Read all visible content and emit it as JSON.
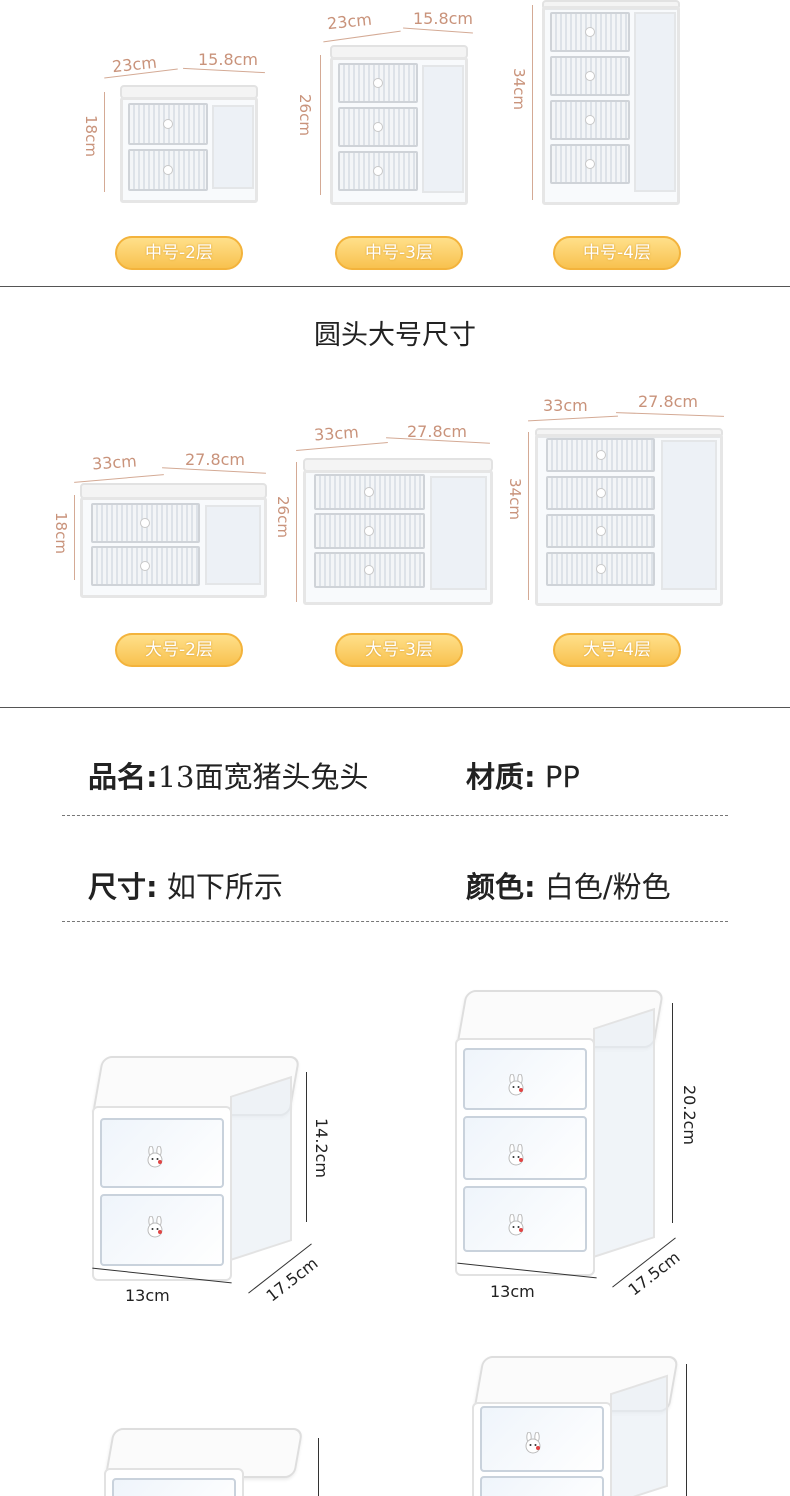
{
  "medium_row": {
    "items": [
      {
        "depth": "23cm",
        "width": "15.8cm",
        "height": "18cm",
        "label": "中号-2层"
      },
      {
        "depth": "23cm",
        "width": "15.8cm",
        "height": "26cm",
        "label": "中号-3层"
      },
      {
        "height": "34cm",
        "label": "中号-4层"
      }
    ]
  },
  "large_section": {
    "title": "圆头大号尺寸",
    "items": [
      {
        "depth": "33cm",
        "width": "27.8cm",
        "height": "18cm",
        "label": "大号-2层"
      },
      {
        "depth": "33cm",
        "width": "27.8cm",
        "height": "26cm",
        "label": "大号-3层"
      },
      {
        "depth": "33cm",
        "width": "27.8cm",
        "height": "34cm",
        "label": "大号-4层"
      }
    ]
  },
  "info": {
    "name_label": "品名:",
    "name_value": "13面宽猪头兔头",
    "material_label": "材质:",
    "material_value": "PP",
    "size_label": "尺寸:",
    "size_value": "如下所示",
    "color_label": "颜色:",
    "color_value": "白色/粉色"
  },
  "products": [
    {
      "height": "14.2cm",
      "width": "13cm",
      "depth": "17.5cm"
    },
    {
      "height": "20.2cm",
      "width": "13cm",
      "depth": "17.5cm"
    }
  ],
  "colors": {
    "accent_pill": "#f8c24f",
    "dimension_text": "#c9937b"
  },
  "icons": [
    "bunny-knob-icon"
  ]
}
